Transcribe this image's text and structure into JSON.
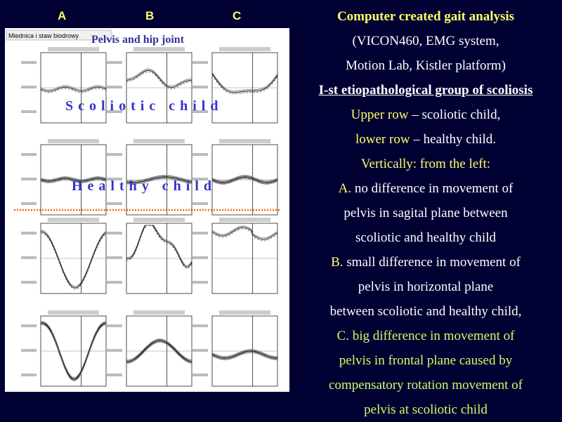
{
  "figure": {
    "column_letters": [
      "A",
      "B",
      "C"
    ],
    "title_tag": "Miednica i staw biodrowy",
    "overlay_title": "Pelvis and hip joint",
    "row_labels": {
      "scoliotic": "Scoliotic child",
      "healthy": "Healthy child"
    },
    "colors": {
      "overlay_text": "#3333cc",
      "separator": "#ff6600",
      "column_letters": "#ffff66"
    }
  },
  "text": {
    "title": "Computer created gait analysis",
    "equipment_1": "(VICON460, EMG system,",
    "equipment_2": "Motion Lab, Kistler platform)",
    "group_heading": "I-st etiopathological group of scoliosis",
    "upper_row_label": "Upper row",
    "upper_row_rest": " – scoliotic child,",
    "lower_row_label": "lower row",
    "lower_row_rest": " – healthy child.",
    "vertically": "Vertically: from the left:",
    "a_label": "A.",
    "a_line1": " no difference in movement of",
    "a_line2": "pelvis in sagital plane between",
    "a_line3": "scoliotic and healthy child",
    "b_label": "B.",
    "b_line1": " small difference in movement of",
    "b_line2": "pelvis in horizontal plane",
    "b_line3": "between scoliotic and healthy child,",
    "c_line1": "C. big difference in movement of",
    "c_line2": "pelvis in frontal plane caused by",
    "c_line3": "compensatory rotation movement of",
    "c_line4": "pelvis at scoliotic child"
  }
}
